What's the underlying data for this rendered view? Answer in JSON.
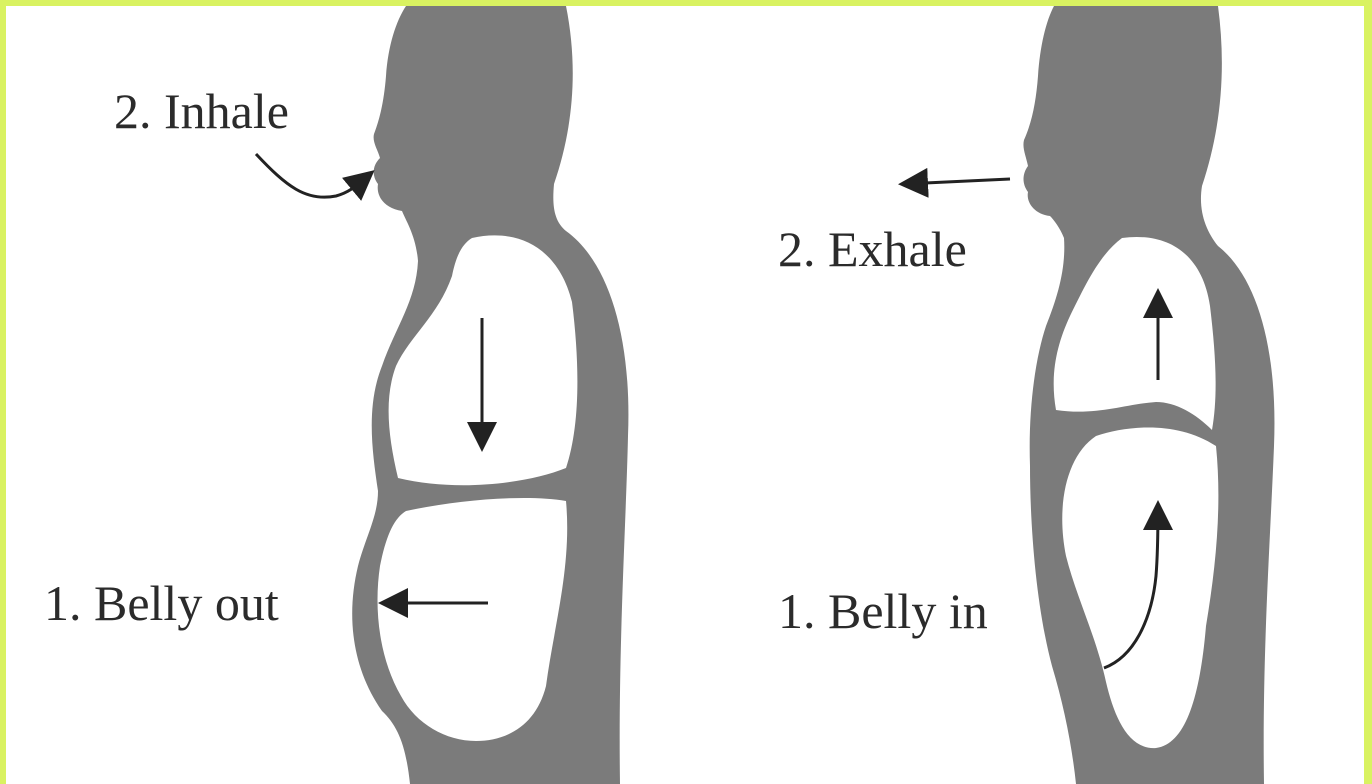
{
  "figures": {
    "left": {
      "step1": "1. Belly out",
      "step2": "2. Inhale"
    },
    "right": {
      "step1": "1. Belly in",
      "step2": "2. Exhale"
    }
  },
  "colors": {
    "silhouette": "#7b7b7b",
    "cavity": "#ffffff",
    "arrow": "#222222",
    "border": "#d9f261"
  }
}
